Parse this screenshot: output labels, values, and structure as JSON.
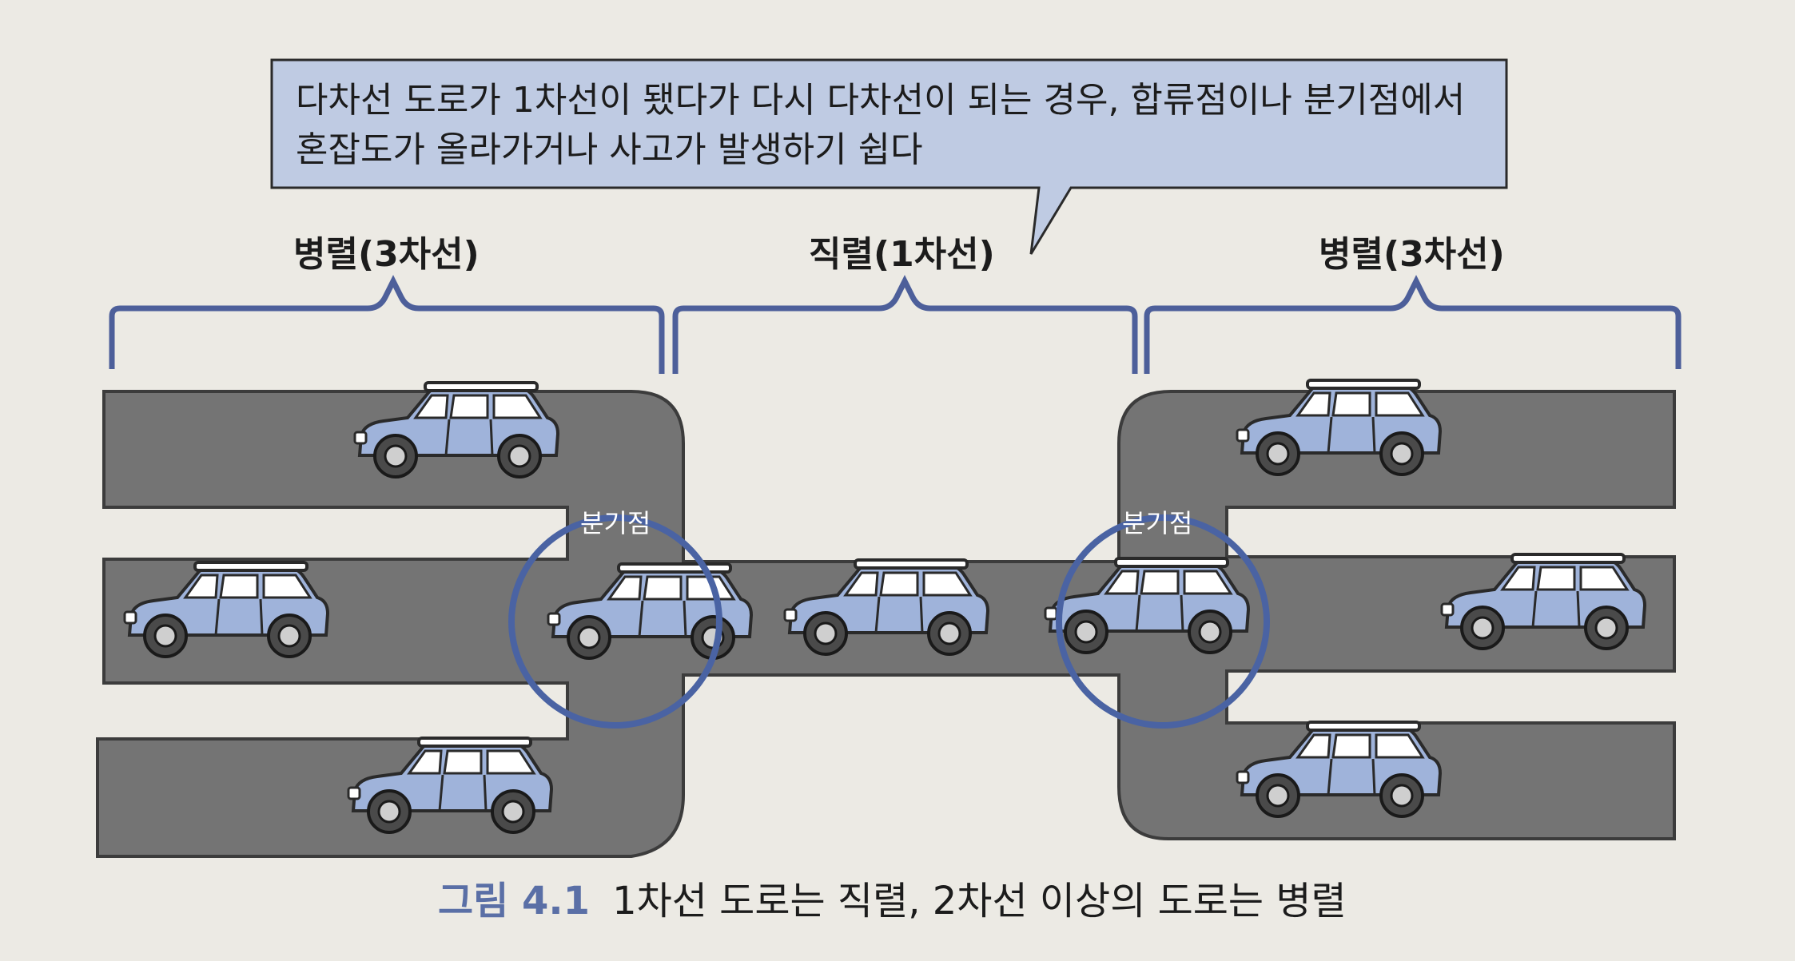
{
  "callout": {
    "text_line1": "다차선 도로가 1차선이 됐다가 다시 다차선이 되는 경우, 합류점이나 분기점에서",
    "text_line2": "혼잡도가 올라가거나 사고가 발생하기 쉽다"
  },
  "sections": [
    {
      "label": "병렬(3차선)"
    },
    {
      "label": "직렬(1차선)"
    },
    {
      "label": "병렬(3차선)"
    }
  ],
  "branch_points": [
    {
      "label": "분기점"
    },
    {
      "label": "분기점"
    }
  ],
  "caption": {
    "figure_number": "그림 4.1",
    "text": "1차선 도로는 직렬, 2차선 이상의 도로는 병렬"
  },
  "colors": {
    "road": "#747474",
    "road_border": "#3c3c3c",
    "brace": "#4d5f9a",
    "circle": "#4a63a3",
    "callout_fill": "#bfcbe3",
    "car_body": "#9fb3da",
    "car_outline": "#2a2a2a"
  }
}
